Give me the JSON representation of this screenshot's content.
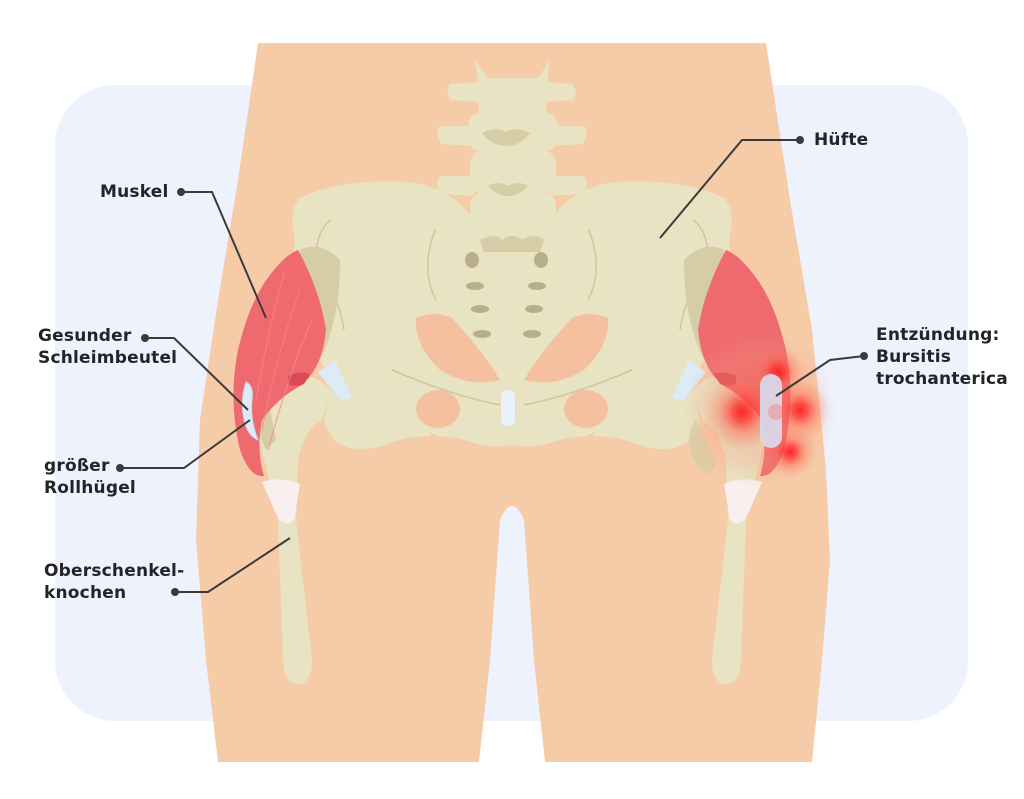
{
  "diagram": {
    "type": "anatomical-illustration",
    "subject": "Hüftgelenk / Becken – Vorderansicht",
    "colors": {
      "background": "#ffffff",
      "panel": "#eef2fd",
      "skin": "#f6cba8",
      "skin_inner": "#f4c0a0",
      "bone": "#e8e3c2",
      "bone_shadow": "#d6cca6",
      "bone_dark": "#b8ae8c",
      "muscle": "#ee6a6e",
      "muscle_dark": "#d84b55",
      "bursa": "#dcebf6",
      "bursa_inflamed": "#d9d6e6",
      "inflammation": "#ff2a2a",
      "tendon": "#fbeeee",
      "label_text": "#222428",
      "leader_line": "#3a3a3a"
    }
  },
  "labels": {
    "muskel": "Muskel",
    "gesunder_1": "Gesunder",
    "gesunder_2": "Schleimbeutel",
    "rollhuegel_1": "größer",
    "rollhuegel_2": "Rollhügel",
    "oberschenkel_1": "Oberschenkel-",
    "oberschenkel_2": "knochen",
    "huefte": "Hüfte",
    "entzuendung_1": "Entzündung:",
    "entzuendung_2": "Bursitis",
    "entzuendung_3": "trochanterica"
  }
}
